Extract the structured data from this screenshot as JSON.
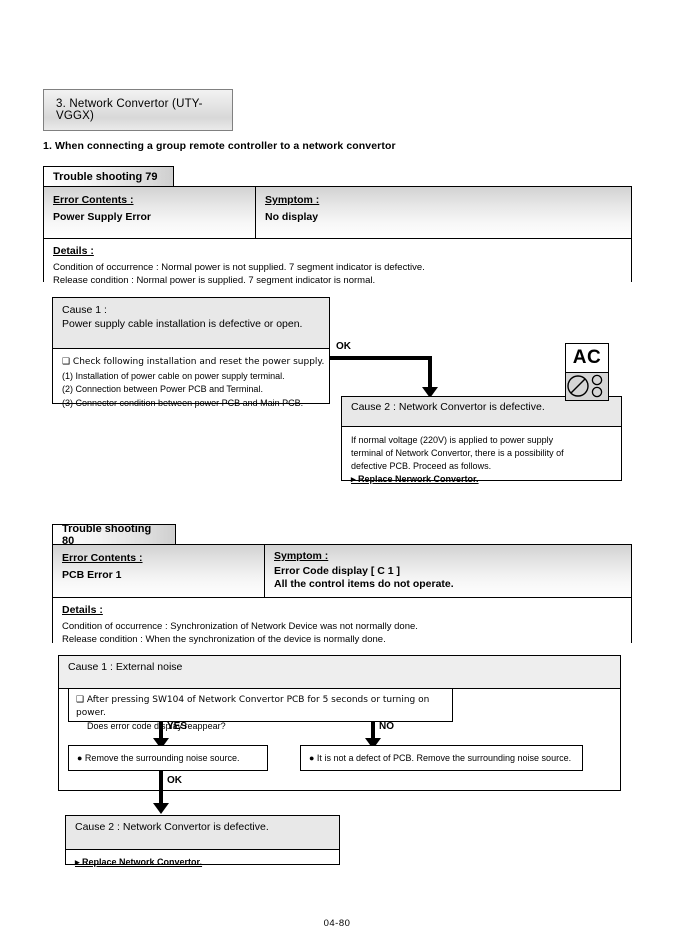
{
  "document": {
    "section_title": "3. Network Convertor (UTY-VGGX)",
    "sub_heading": "1. When connecting a group remote controller to a network convertor",
    "footer": "04-80"
  },
  "labels": {
    "error_contents": "Error Contents :",
    "symptom": "Symptom :",
    "details": "Details :",
    "ok": "OK",
    "yes": "YES",
    "no": "NO",
    "ac": "AC"
  },
  "sections": [
    {
      "tab": "Trouble shooting  79",
      "error_contents": "Power Supply Error",
      "symptom_lines": [
        "No display"
      ],
      "details_lines": [
        "Condition of occurrence :  Normal power is not supplied. 7 segment indicator is defective.",
        "Release condition : Normal power is supplied. 7 segment indicator is normal."
      ],
      "cause1": {
        "head_line1": "Cause 1 :",
        "head_line2": "Power supply cable installation is defective or open.",
        "body_lines": [
          "❑ Check following installation and reset the power supply.",
          "(1) Installation of power cable on power supply terminal.",
          "(2) Connection between Power PCB and Terminal.",
          "(3) Connector condition between power PCB and Main PCB."
        ]
      },
      "cause2": {
        "head": "Cause 2 : Network Convertor is defective.",
        "body_lines": [
          "If normal voltage (220V) is applied to power supply",
          "terminal of Network Convertor, there is a possibility of",
          "defective PCB. Proceed as follows."
        ],
        "action": "▸ Replace Nerwork Convertor."
      }
    },
    {
      "tab": "Trouble shooting 80",
      "error_contents": "PCB Error 1",
      "symptom_lines": [
        "Error Code display [ C 1 ]",
        "All the control items do not operate."
      ],
      "details_lines": [
        "Condition of occurrence : Synchronization of Network Device was not normally done.",
        "Release condition : When the synchronization of the device is normally done."
      ],
      "cause1": {
        "head": "Cause 1 : External noise",
        "question_lines": [
          "❑ After pressing SW104 of Network Convertor PCB for 5 seconds or turning on power.",
          "Does error code display reappear?"
        ],
        "yes_outcome": "● Remove the surrounding noise source.",
        "no_outcome": "● It is not a defect of PCB. Remove the surrounding noise source."
      },
      "cause2": {
        "head": "Cause 2 : Network Convertor is defective.",
        "action": "▸ Replace Network Convertor."
      }
    }
  ]
}
